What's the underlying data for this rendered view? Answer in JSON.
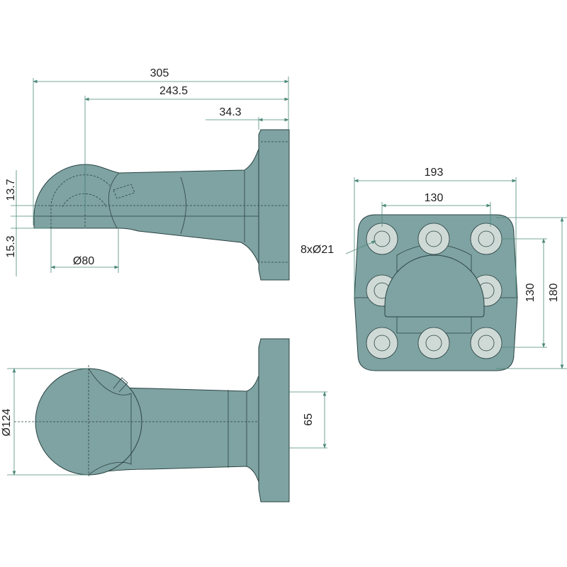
{
  "colors": {
    "part": "#7fa2a2",
    "outline": "#2b4444",
    "dimension": "#4d8a7a",
    "bolt": "#cfdad6"
  },
  "dimensions": {
    "overall_length": "305",
    "ball_to_flange": "243.5",
    "flange_thickness": "34.3",
    "upper_offset": "13.7",
    "lower_offset": "15.3",
    "ball_neck_dia": "Ø80",
    "plate_width": "193",
    "hole_spacing_h": "130",
    "holes": "8xØ21",
    "hole_spacing_v": "130",
    "plate_height": "180",
    "ball_dia": "Ø124",
    "neck_height": "65"
  }
}
